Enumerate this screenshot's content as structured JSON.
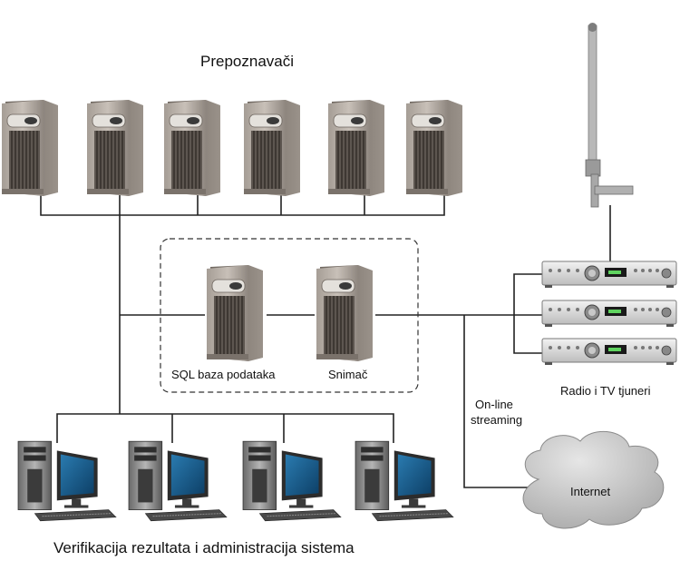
{
  "labels": {
    "recognizers": "Prepoznavači",
    "sql_db": "SQL baza podataka",
    "recorder": "Snimač",
    "streaming_line1": "On-line",
    "streaming_line2": "streaming",
    "tuners": "Radio i TV tjuneri",
    "internet": "Internet",
    "verification": "Verifikacija rezultata i administracija sistema"
  },
  "icons": {
    "server": "server-tower-icon",
    "workstation": "desktop-workstation-icon",
    "tuner": "radio-tuner-icon",
    "antenna": "antenna-icon",
    "cloud": "cloud-icon"
  },
  "colors": {
    "line": "#222222",
    "server_body": "#8c837c",
    "server_front": "#b3aaa2",
    "tuner_body": "#d9d9d9",
    "cloud_fill": "#bdbdbd"
  }
}
